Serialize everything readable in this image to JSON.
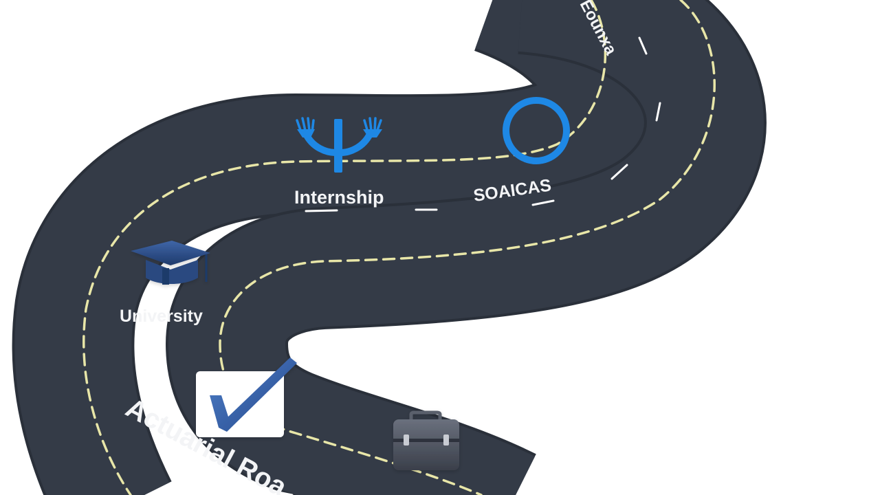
{
  "diagram": {
    "milestones": [
      {
        "id": "top",
        "label": "Eounxa"
      },
      {
        "id": "internship",
        "label": "Internship"
      },
      {
        "id": "soaicas",
        "label": "SOAICAS"
      },
      {
        "id": "university",
        "label": "University"
      },
      {
        "id": "road-title",
        "label": "Actuarial Roa"
      }
    ],
    "icons": [
      {
        "id": "fork-signpost",
        "name": "fork-signpost-icon"
      },
      {
        "id": "ring",
        "name": "ring-icon"
      },
      {
        "id": "graduation-cap",
        "name": "graduation-cap-icon"
      },
      {
        "id": "checkmark",
        "name": "checkmark-icon"
      },
      {
        "id": "briefcase",
        "name": "briefcase-icon"
      }
    ]
  },
  "colors": {
    "road": "#343b47",
    "road_edge": "#2a303a",
    "centerline": "#e8e6a8",
    "lane": "#ffffff",
    "text": "#f3f4f6",
    "accent_blue": "#1e88e5",
    "cap_blue": "#2d4f8a",
    "check_blue": "#2f5ea8",
    "briefcase": "#4a4f5c"
  }
}
